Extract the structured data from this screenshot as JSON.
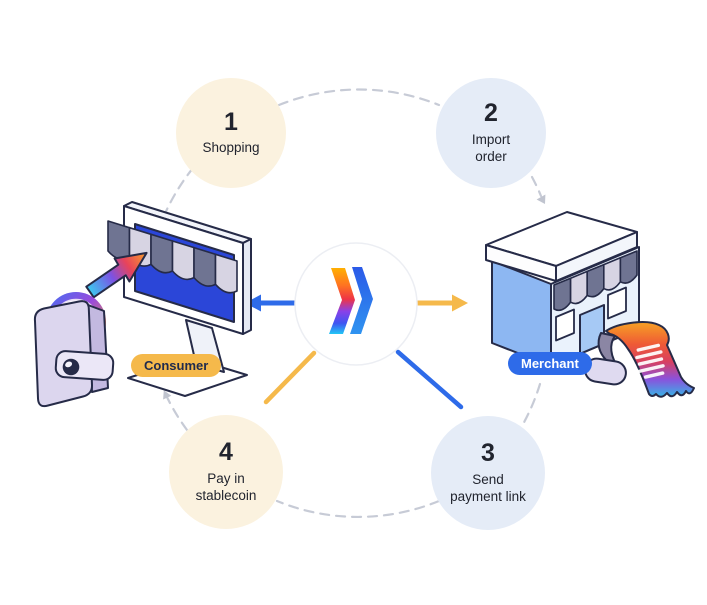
{
  "flow": {
    "steps": [
      {
        "number": "1",
        "label": "Shopping",
        "lines": [
          "Shopping"
        ]
      },
      {
        "number": "2",
        "label": "Import order",
        "lines": [
          "Import",
          "order"
        ]
      },
      {
        "number": "3",
        "label": "Send payment link",
        "lines": [
          "Send",
          "payment link"
        ]
      },
      {
        "number": "4",
        "label": "Pay in stablecoin",
        "lines": [
          "Pay in",
          "stablecoin"
        ]
      }
    ],
    "consumer_label": "Consumer",
    "merchant_label": "Merchant"
  },
  "colors": {
    "step_warm_bg": "#FBF2DF",
    "step_cool_bg": "#E5ECF7",
    "accent_orange": "#F5B94B",
    "accent_blue": "#2E6BE9",
    "dash_gray": "#C7CBD6",
    "text_dark": "#21242E",
    "consumer_badge_bg": "#F5B94B",
    "merchant_badge_bg": "#2E6BE9",
    "screen_blue": "#2B46D8",
    "store_wall_blue": "#8DB7F2"
  },
  "icons": {
    "center_logo": "double-chevron-right-gradient",
    "consumer_illustration": "online-shop-monitor-with-awning",
    "consumer_arrow": "gradient-cursor-arrow",
    "wallet_illustration": "wallet-with-dollar-coin",
    "merchant_illustration": "isometric-storefront",
    "receipt_illustration": "gradient-receipt-roll",
    "cycle_arrows": "dashed-clockwise-cycle"
  }
}
